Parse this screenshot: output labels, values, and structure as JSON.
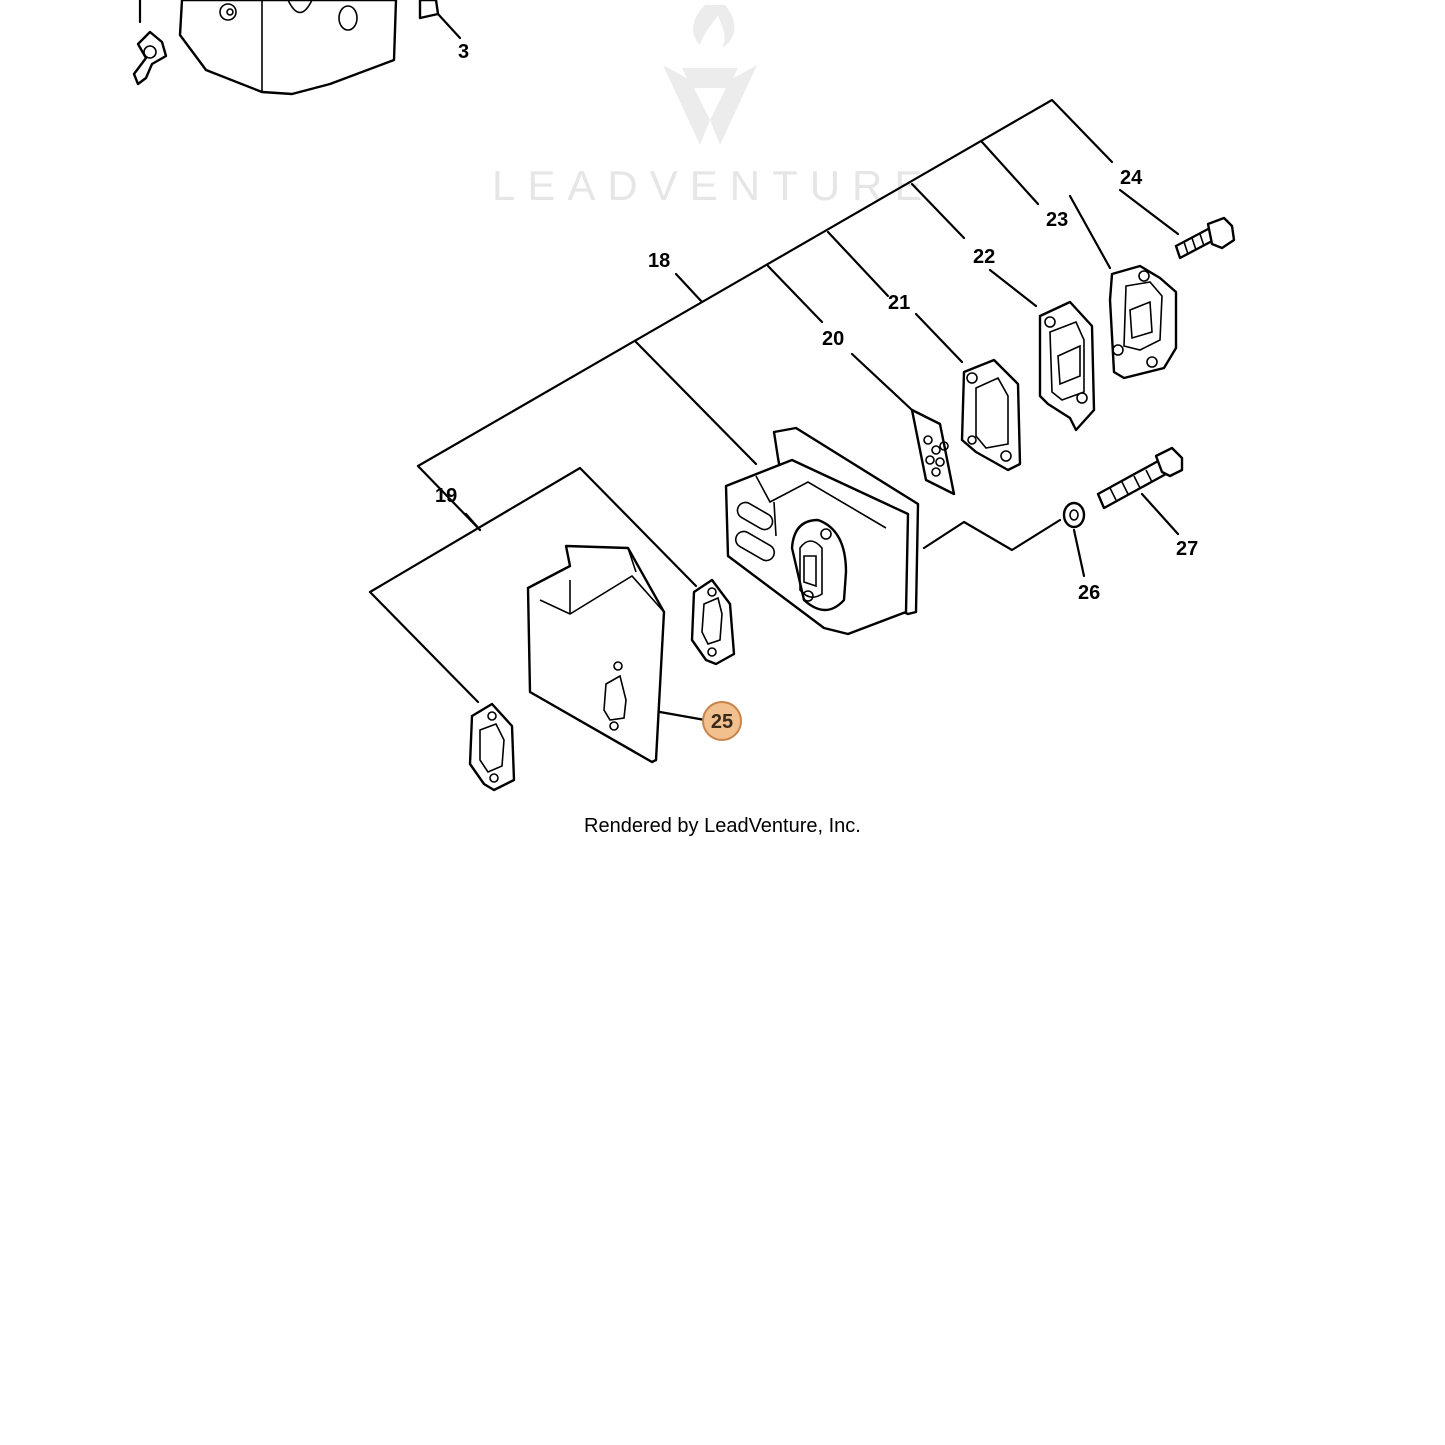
{
  "watermark": {
    "text": "LEADVENTURE"
  },
  "credit": "Rendered by LeadVenture, Inc.",
  "highlight_color": "#f2c08f",
  "highlight_stroke": "#c8834a",
  "callouts": [
    {
      "id": "3",
      "label": "3"
    },
    {
      "id": "18",
      "label": "18"
    },
    {
      "id": "19",
      "label": "19"
    },
    {
      "id": "20",
      "label": "20"
    },
    {
      "id": "21",
      "label": "21"
    },
    {
      "id": "22",
      "label": "22"
    },
    {
      "id": "23",
      "label": "23"
    },
    {
      "id": "24",
      "label": "24"
    },
    {
      "id": "25",
      "label": "25",
      "highlighted": true
    },
    {
      "id": "26",
      "label": "26"
    },
    {
      "id": "27",
      "label": "27"
    }
  ]
}
